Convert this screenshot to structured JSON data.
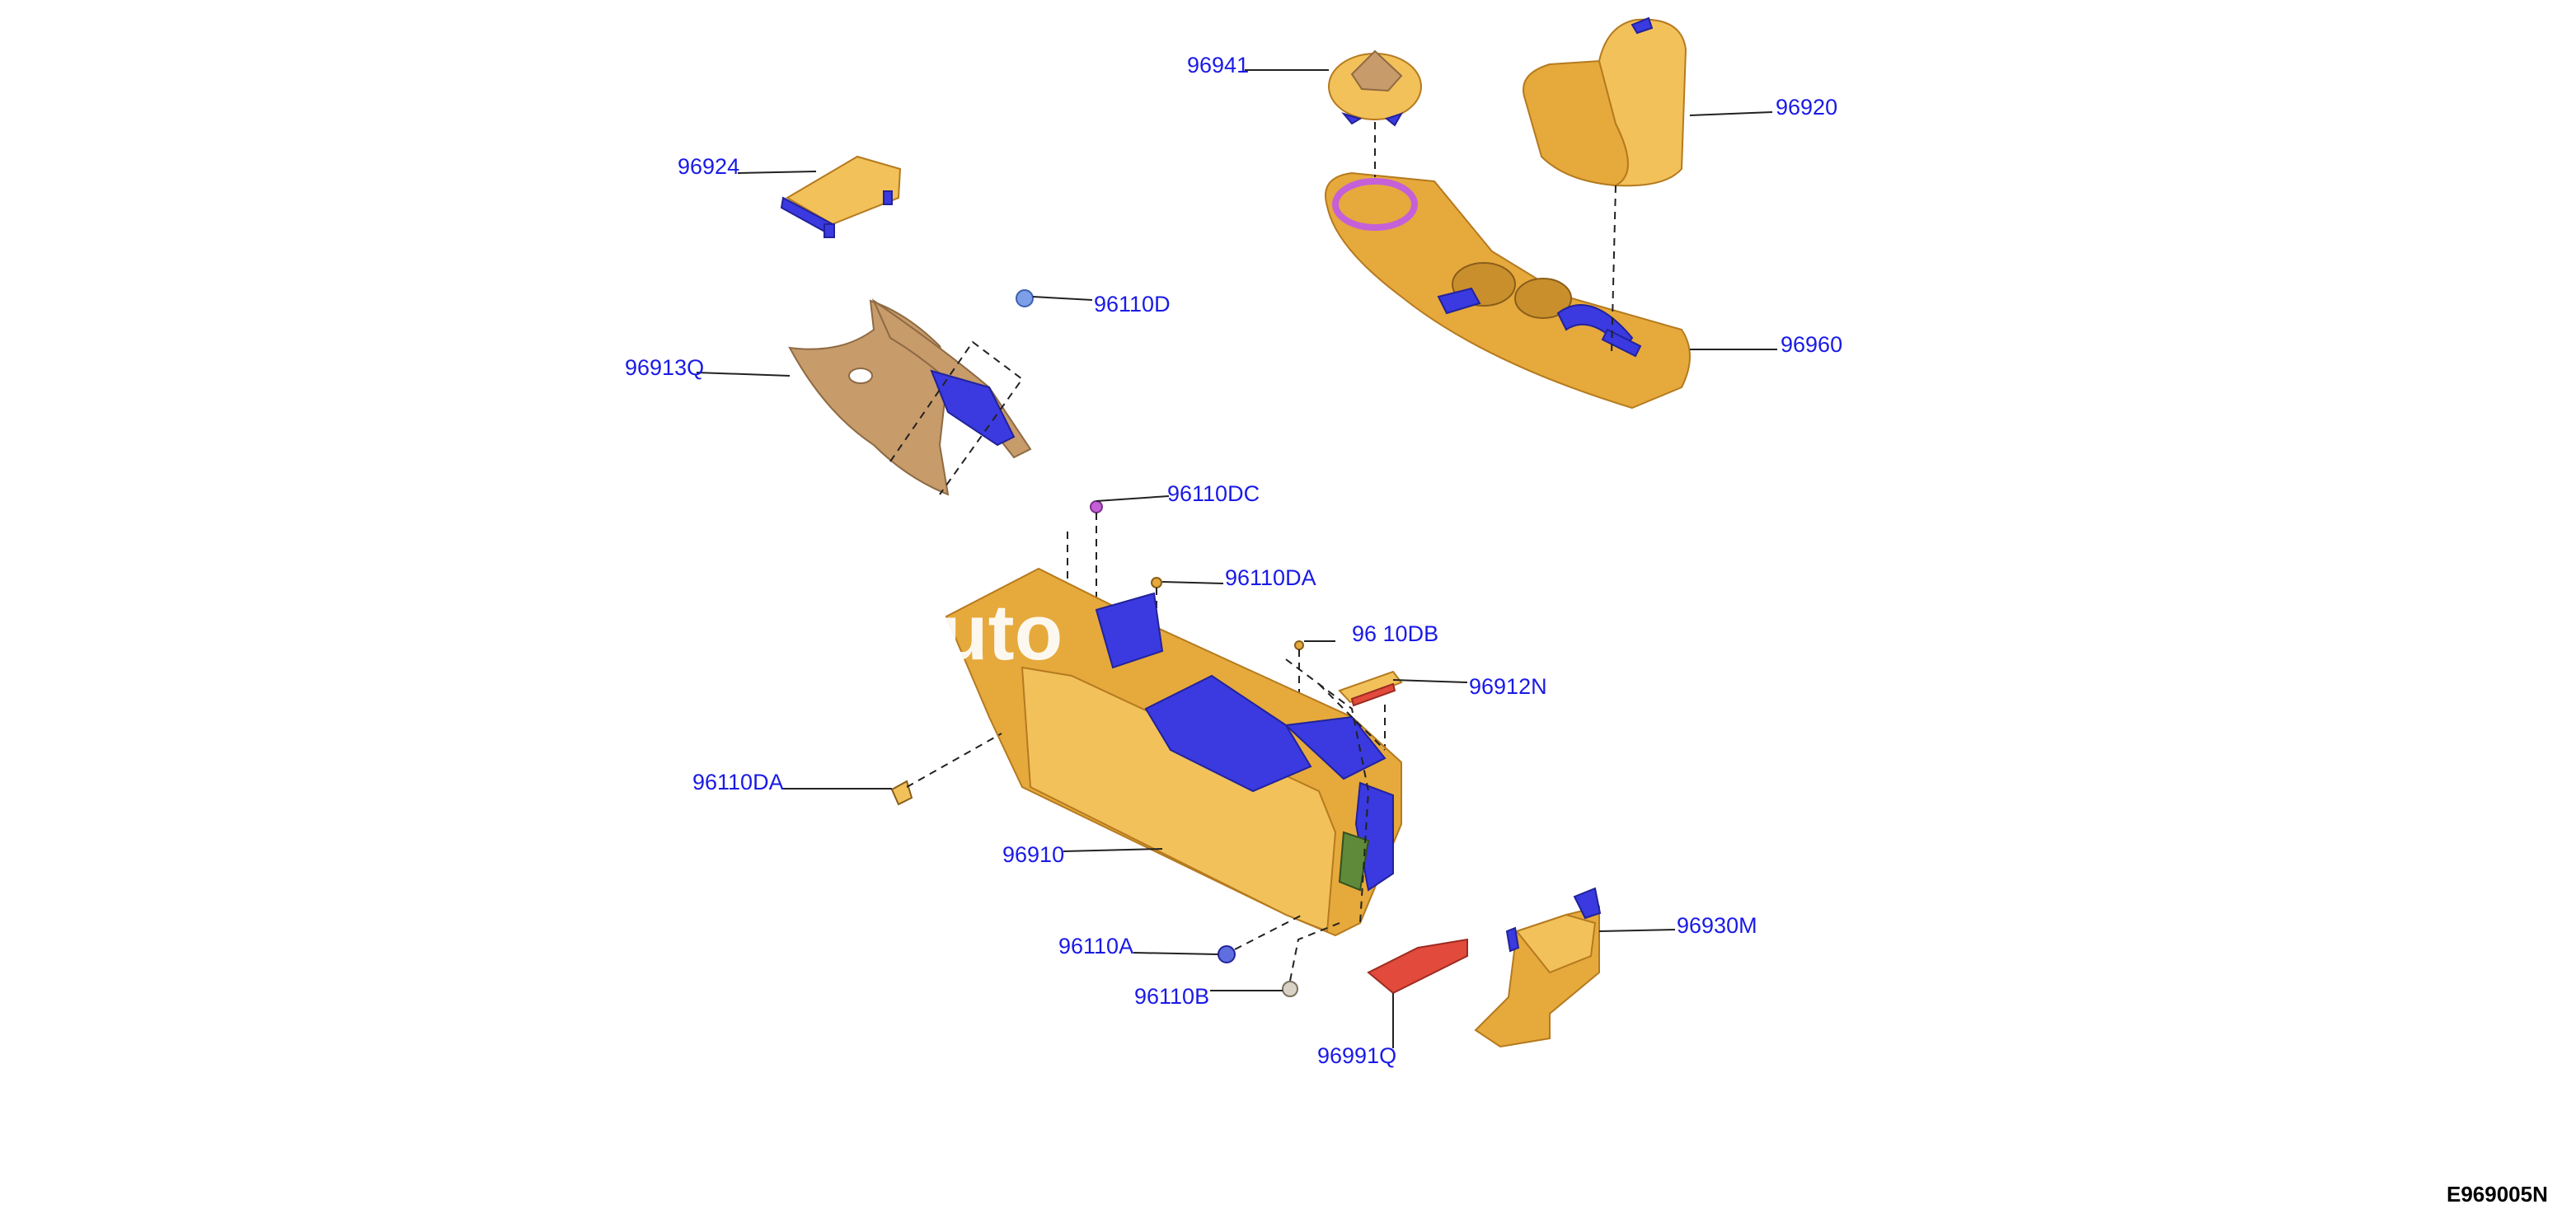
{
  "diagram": {
    "part_labels": {
      "p96941": "96941",
      "p96920": "96920",
      "p96924": "96924",
      "p96110D": "96110D",
      "p96913Q": "96913Q",
      "p96960": "96960",
      "p96110DC": "96110DC",
      "p96110DA_top": "96110DA",
      "p96110DB": "96 10DB",
      "p96912N": "96912N",
      "p96110DA_left": "96110DA",
      "p96910": "96910",
      "p96930M": "96930M",
      "p96110A": "96110A",
      "p96110B": "96110B",
      "p96991Q": "96991Q"
    },
    "watermark": "uto",
    "document_id": "E969005N"
  },
  "colors": {
    "label": "#1a1ae6",
    "part_gold": "#e6a93c",
    "part_blue": "#3a3ae0",
    "part_red": "#e24a3c",
    "part_tan": "#c79b6a"
  }
}
